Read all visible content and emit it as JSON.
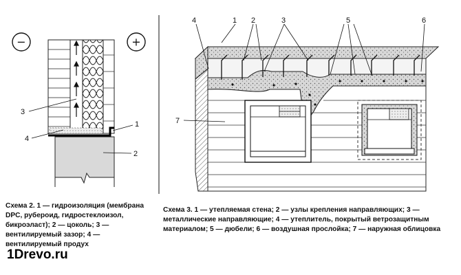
{
  "scheme2": {
    "minus_sign": "−",
    "plus_sign": "+",
    "labels": {
      "l1": "1",
      "l2": "2",
      "l3": "3",
      "l4": "4"
    },
    "caption": "Схема 2. 1 — гидроизоляция (мембрана DPC, рубероид, гидростеклоизол, бикроэласт); 2 — цоколь; 3 — вентилируемый зазор; 4 — вентилируемый продух"
  },
  "scheme3": {
    "labels": {
      "l1": "1",
      "l2": "2",
      "l3": "3",
      "l4": "4",
      "l5": "5",
      "l6": "6",
      "l7": "7"
    },
    "caption": "Схема 3. 1 — утепляемая стена; 2 — узлы крепления направляющих; 3 — металлические направляющие; 4 — утеплитель, покрытый ветрозащитным материалом; 5 — дюбели; 6 — воздушная прослойка; 7 — наружная облицовка"
  },
  "brand": "1Drevo.ru"
}
